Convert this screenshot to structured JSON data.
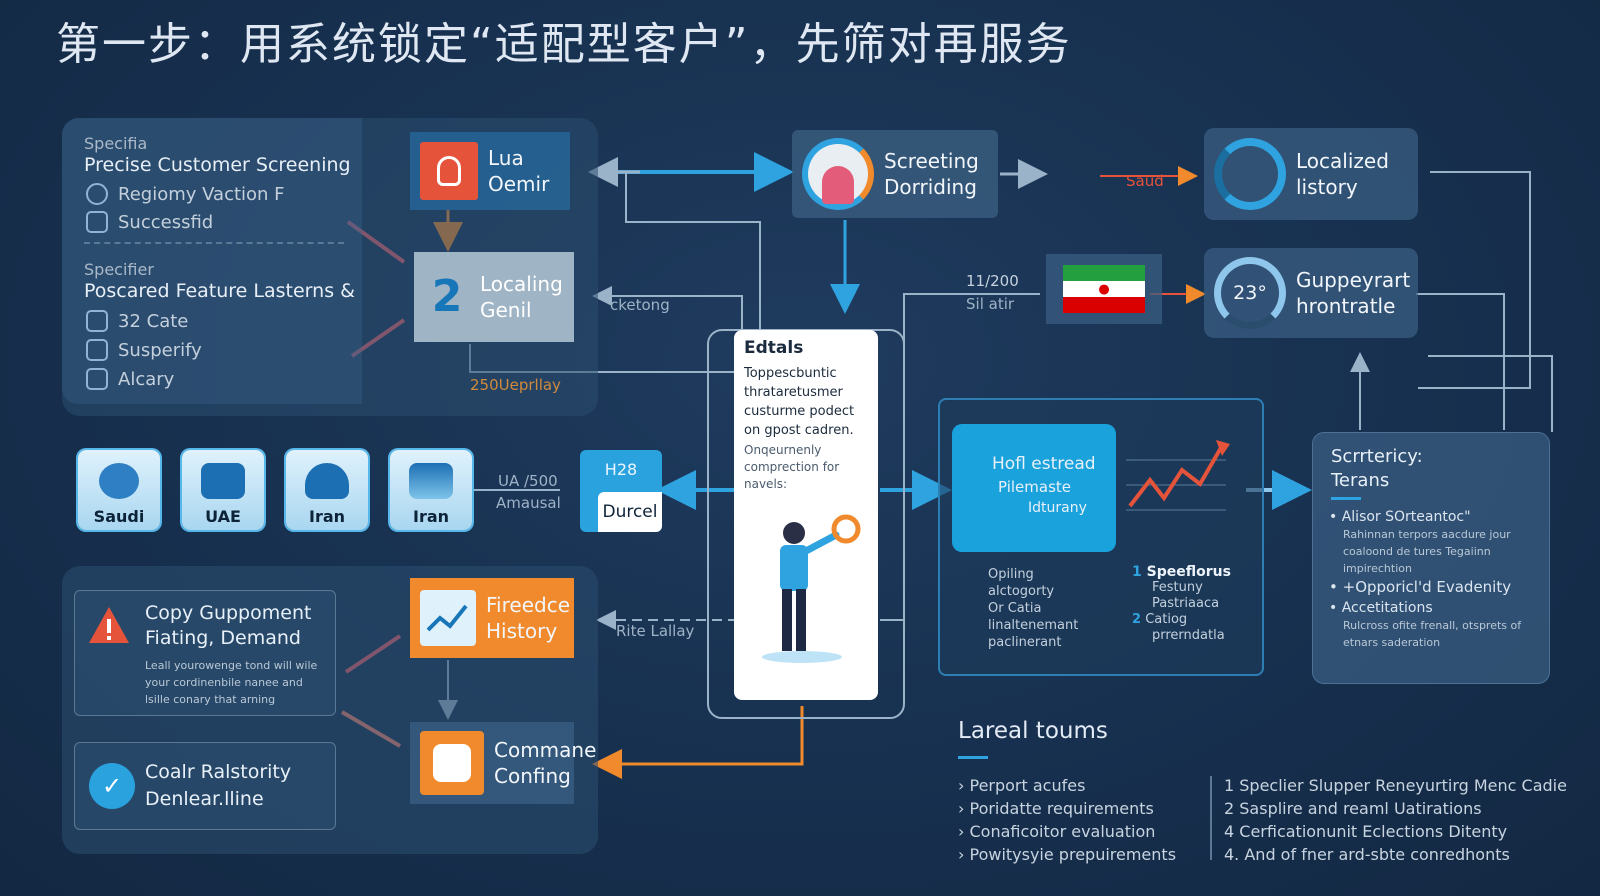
{
  "title": "第一步：用系统锁定“适配型客户”，先筛对再服务",
  "left_top_panel": {
    "kicker1": "Specifia",
    "heading1": "Precise Customer Screening",
    "item1": "Regiomy Vaction F",
    "item2": "Successfid",
    "kicker2": "Specifier",
    "heading2": "Poscared Feature Lasterns &",
    "item3": "32 Cate",
    "item4": "Susperify",
    "item5": "Alcary"
  },
  "nodes": {
    "lua": "Lua\nOemir",
    "localing": "Localing\nGenil",
    "screeting": "Screeting\nDorriding",
    "localized": "Localized\nlistory",
    "gupperwart": "Guppeyrart\nhrontratle",
    "gauge_value": "23°",
    "fireedce": "Fireedce\nHistory",
    "commane": "Commane\nConfing",
    "h28": "H28",
    "durcel": "Durcel"
  },
  "edge_labels": {
    "cketong": "cketong",
    "days": "250Ueprllay",
    "saud": "Saud",
    "ratio": "11/200",
    "sil_atir": "Sil atir",
    "ua": "UA /500",
    "amausal": "Amausal",
    "rite": "Rite Lallay"
  },
  "region_tiles": [
    "Saudi",
    "UAE",
    "Iran",
    "Iran"
  ],
  "details_card": {
    "heading": "Edtals",
    "body": "Toppescbuntic thrataretusmer custurme podect on gpost cadren.",
    "note": "Onqeurnenly comprection for navels:"
  },
  "center_panel": {
    "box_lines": [
      "Hofl estread",
      "Pilemaste",
      "Idturany"
    ],
    "left_list": [
      "Opiling",
      "alctogorty",
      "Or Catia",
      "linaltenemant",
      "paclinerant"
    ],
    "right_list": [
      {
        "num": "1",
        "title": "Speeflorus",
        "sub": [
          "Festuny",
          "Pastriaaca"
        ]
      },
      {
        "num": "2",
        "title": "Catiog",
        "sub": [
          "prrerndatla"
        ]
      }
    ]
  },
  "right_panel": {
    "title": "Scrrtericy:\nTerans",
    "bullets": [
      {
        "title": "Alisor SOrteantoc\"",
        "sub": "Rahinnan terpors aacdure jour coaloond de tures Tegaiinn impirechtion"
      },
      {
        "title": "+Opporicl'd Evadenity",
        "sub": ""
      },
      {
        "title": "Accetitations",
        "sub": "Rulcross ofite frenall, otsprets of etnars saderation"
      }
    ]
  },
  "bottom_left": {
    "warning_heading": "Copy Guppoment\nFiating, Demand",
    "warning_body": "Leall yourowenge tond will wile your cordinenbile nanee and lsille conary that arning",
    "shield_text": "Coalr Ralstority\nDenlear.lline"
  },
  "bottom_right": {
    "heading": "Lareal toums",
    "left": [
      "Perport acufes",
      "Poridatte requirements",
      "Conaficoitor evaluation",
      "Powitysyie prepuirements"
    ],
    "right": [
      "1  Speclier Slupper Reneyurtirg Menc Cadie",
      "2  Sasplire and reaml Uatirations",
      "4  Cerficationunit Eclections Ditenty",
      "4. And of fner ard-sbte conredhonts"
    ]
  },
  "colors": {
    "accent_blue": "#2fa3e0",
    "accent_orange": "#f08a2c",
    "accent_red": "#e5533b"
  }
}
